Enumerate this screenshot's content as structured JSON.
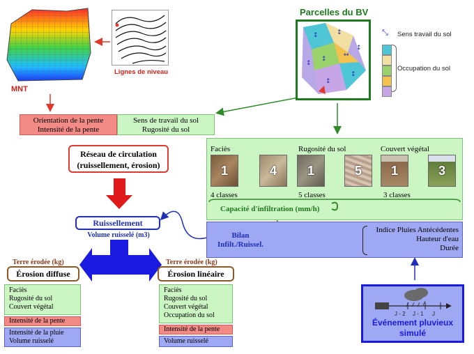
{
  "top": {
    "mnt_label": "MNT",
    "contour_label": "Lignes de niveau",
    "parcels_title": "Parcelles du BV",
    "legend_work": "Sens travail du sol",
    "legend_occupation": "Occupation du sol",
    "legend_colors": [
      "#4fc6d6",
      "#f2e0a2",
      "#9ad36c",
      "#f2c14e",
      "#c6a6e6"
    ]
  },
  "mnt_boxes": {
    "pink_line1": "Orientation de la pente",
    "pink_line2": "Intensité de la pente",
    "green_line1": "Sens de travail du sol",
    "green_line2": "Rugosité du sol"
  },
  "infiltration": {
    "facies_label": "Faciès",
    "rugosite_label": "Rugosité du sol",
    "couvert_label": "Couvert végétal",
    "photos": [
      "1",
      "4",
      "1",
      "5",
      "1",
      "3"
    ],
    "facies_classes": "4 classes",
    "rugosite_classes": "5 classes",
    "couvert_classes": "3 classes",
    "capacity": "Capacité d'infiltration (mm/h)"
  },
  "bilan": {
    "title_line1": "Bilan",
    "title_line2": "Infilt./Ruissel.",
    "right_line1": "Indice Pluies Antécédentes",
    "right_line2": "Hauteur d'eau",
    "right_line3": "Durée"
  },
  "reseau": {
    "line1": "Réseau de circulation",
    "line2": "(ruissellement, érosion)"
  },
  "ruissellement": {
    "title": "Ruissellement",
    "subtitle": "Volume ruisselé (m3)"
  },
  "erosion_diffuse": {
    "kg_label": "Terre érodée (kg)",
    "title": "Érosion diffuse",
    "green_items": [
      "Faciès",
      "Rugosité du sol",
      "Couvert végétal"
    ],
    "pink_item": "Intensité de la pente",
    "blue_items": [
      "Intensité de la pluie",
      "Volume ruisselé"
    ]
  },
  "erosion_lineaire": {
    "kg_label": "Terre érodée (kg)",
    "title": "Érosion linéaire",
    "green_items": [
      "Faciès",
      "Rugosité du sol",
      "Couvert végétal",
      "Occupation du sol"
    ],
    "pink_item": "Intensité de la pente",
    "blue_item": "Volume ruisselé"
  },
  "event": {
    "title_line1": "Événement pluvieux",
    "title_line2": "simulé",
    "ticks": [
      "J - 2",
      "J - 1",
      "J"
    ]
  }
}
